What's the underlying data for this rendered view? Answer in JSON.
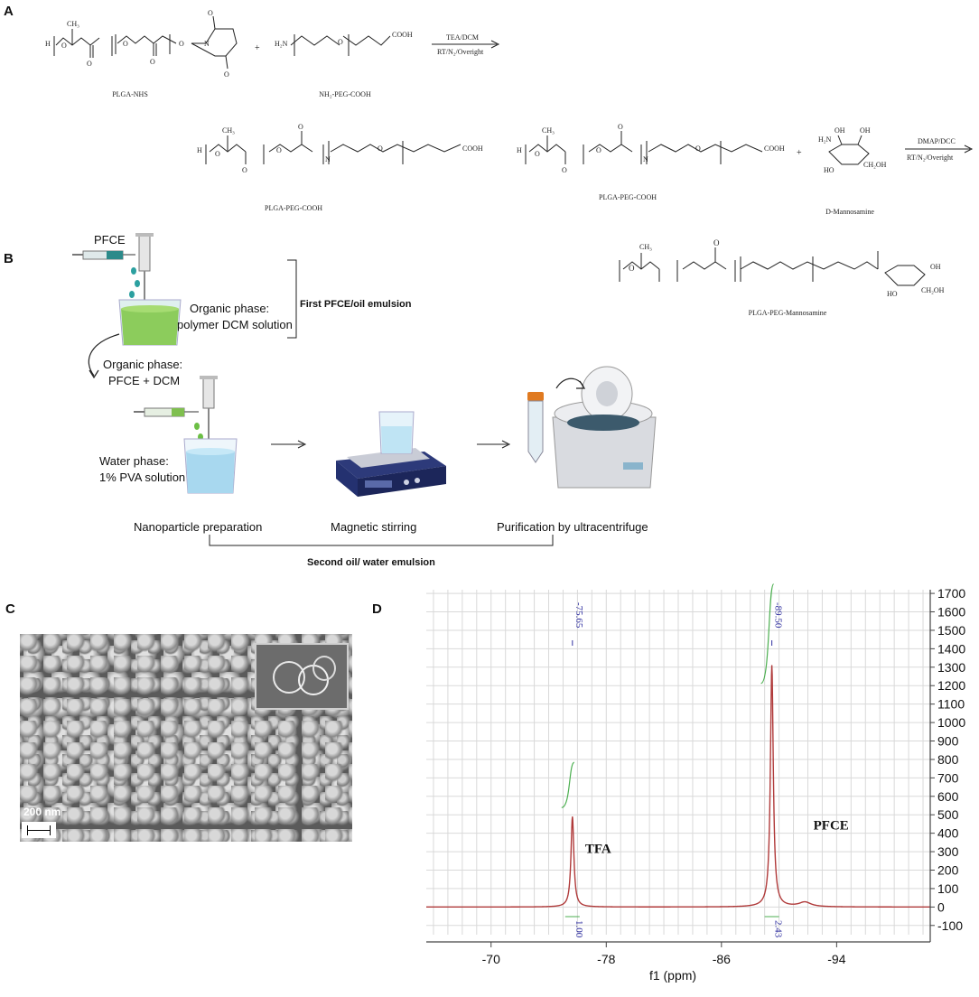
{
  "panels": {
    "a": "A",
    "b": "B",
    "c": "C",
    "d": "D"
  },
  "scheme": {
    "compounds": {
      "plga_nhs": "PLGA-NHS",
      "nh2_peg_cooh": "NH₂-PEG-COOH",
      "plga_peg_cooh_1": "PLGA-PEG-COOH",
      "plga_peg_cooh_2": "PLGA-PEG-COOH",
      "d_mannosamine": "D-Mannosamine",
      "plga_peg_mannosamine": "PLGA-PEG-Mannosamine"
    },
    "conditions": {
      "step1_top": "TEA/DCM",
      "step1_bottom": "RT/N₂/Overight",
      "step2_top": "DMAP/DCC",
      "step2_bottom": "RT/N₂/Overight"
    },
    "plus": "+",
    "cooh": "COOH"
  },
  "workflow": {
    "pfce": "PFCE",
    "organic_phase_1": "Organic phase:",
    "organic_phase_1b": "polymer DCM solution",
    "first_emulsion": "First PFCE/oil emulsion",
    "organic_phase_2": "Organic phase:",
    "organic_phase_2b": "PFCE + DCM",
    "water_phase": "Water phase:",
    "water_phase_b": "1% PVA solution",
    "step_nano": "Nanoparticle preparation",
    "step_stir": "Magnetic stirring",
    "step_purify": "Purification by ultracentrifuge",
    "second_emulsion": "Second oil/ water emulsion"
  },
  "sem": {
    "scale_bar": "200 nm"
  },
  "chart_data": {
    "type": "line",
    "xlabel": "f1 (ppm)",
    "x_ticks": [
      "-70",
      "-78",
      "-86",
      "-94"
    ],
    "y_ticks": [
      "1700",
      "1600",
      "1500",
      "1400",
      "1300",
      "1200",
      "1100",
      "1000",
      "900",
      "800",
      "700",
      "600",
      "500",
      "400",
      "300",
      "200",
      "100",
      "0",
      "-100"
    ],
    "xlim": [
      -65.5,
      -100.5
    ],
    "ylim": [
      -150,
      1720
    ],
    "peaks": [
      {
        "name": "TFA",
        "shift": -75.65,
        "height": 490,
        "integral": "1.00",
        "shift_label": "-75.65"
      },
      {
        "name": "PFCE",
        "shift": -89.5,
        "height": 1310,
        "integral": "2.43",
        "shift_label": "-89.50"
      }
    ],
    "minor_peak": {
      "shift": -91.8,
      "height": 25
    },
    "grid": true
  },
  "colors": {
    "spectrum": "#b03a3a",
    "integral": "#4caf50",
    "label_blue": "#3030a0",
    "grid": "#d9d9d9"
  }
}
